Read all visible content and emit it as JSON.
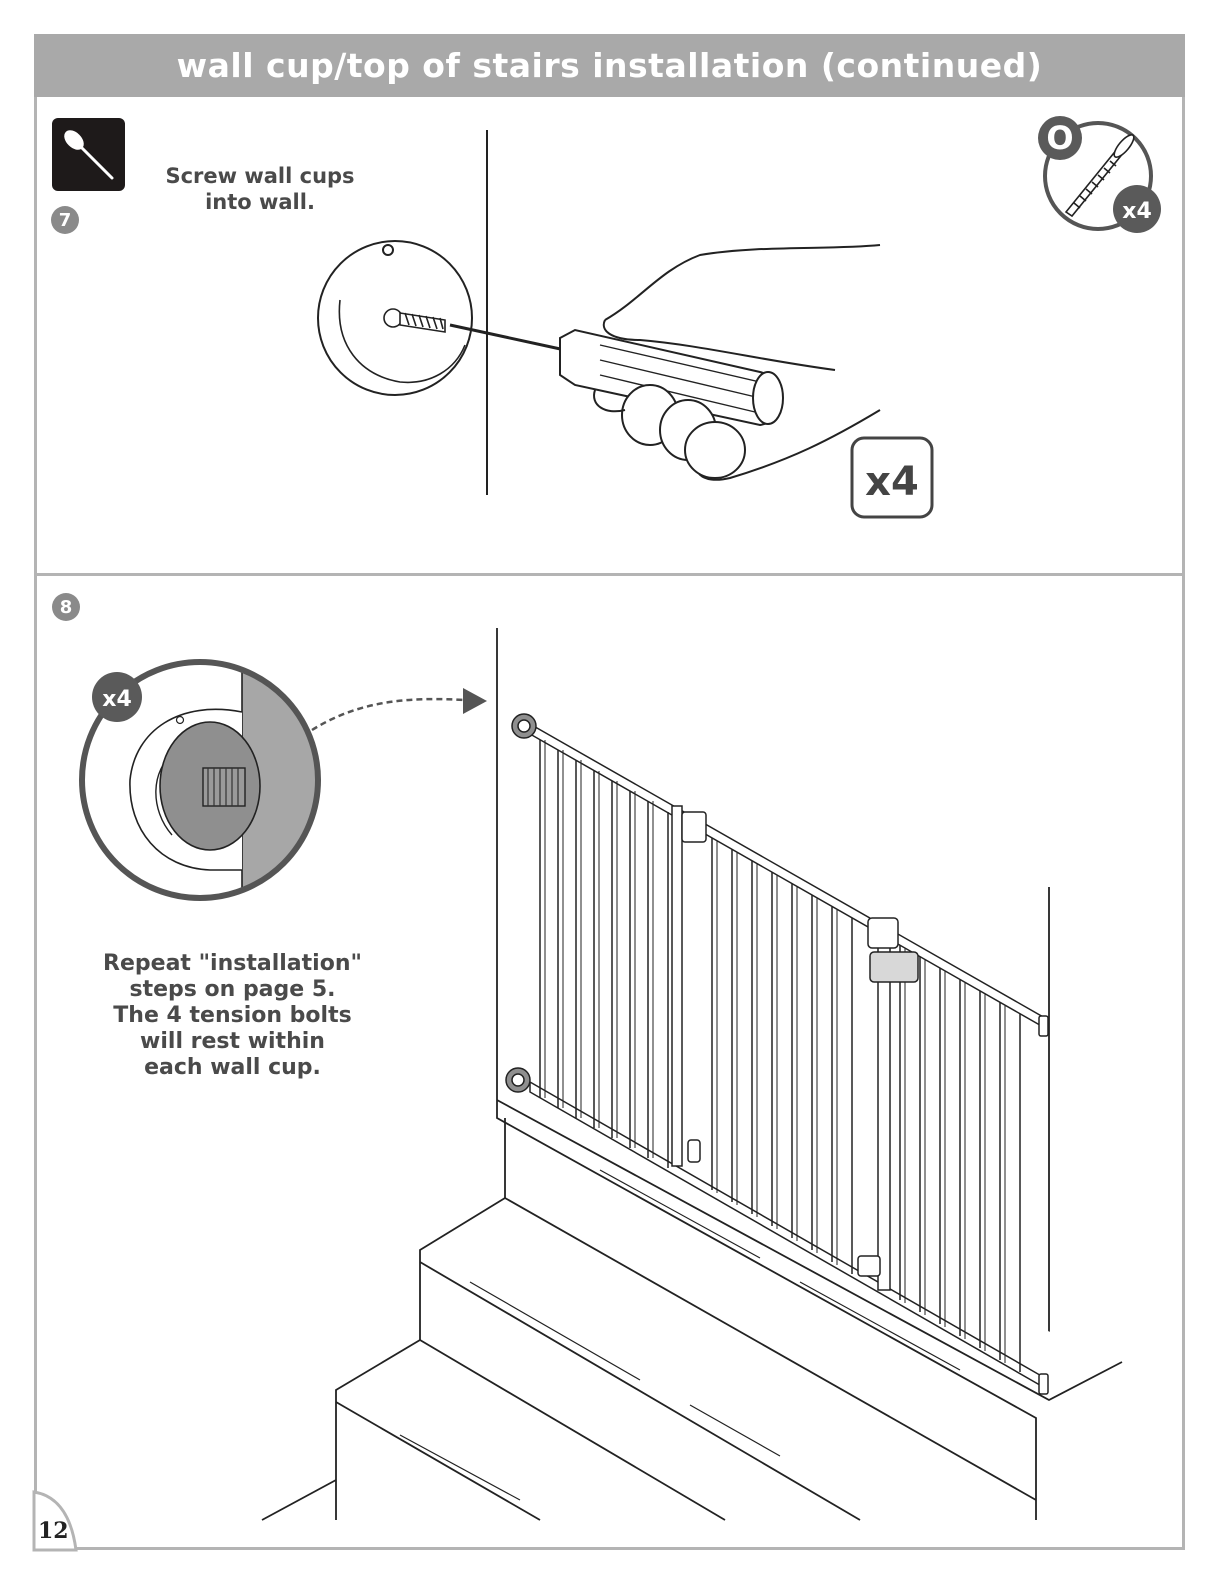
{
  "header": {
    "title": "wall cup/top of stairs installation (continued)"
  },
  "step7": {
    "number": "7",
    "lines": [
      "Screw wall cups",
      "into wall."
    ],
    "parts_letter": "O",
    "parts_count": "x4",
    "repeat_count": "x4",
    "tool_icon": "screwdriver-icon"
  },
  "step8": {
    "number": "8",
    "detail_count": "x4",
    "lines": [
      "Repeat \"installation\"",
      "steps on page 5.",
      "The 4 tension bolts",
      "will rest within",
      "each wall cup."
    ]
  },
  "footer": {
    "page_number": "12"
  },
  "colors": {
    "header_bg": "#a9a9a9",
    "border": "#b4b4b4",
    "badge": "#5a5a5a",
    "step_circle": "#8a8a8a"
  }
}
